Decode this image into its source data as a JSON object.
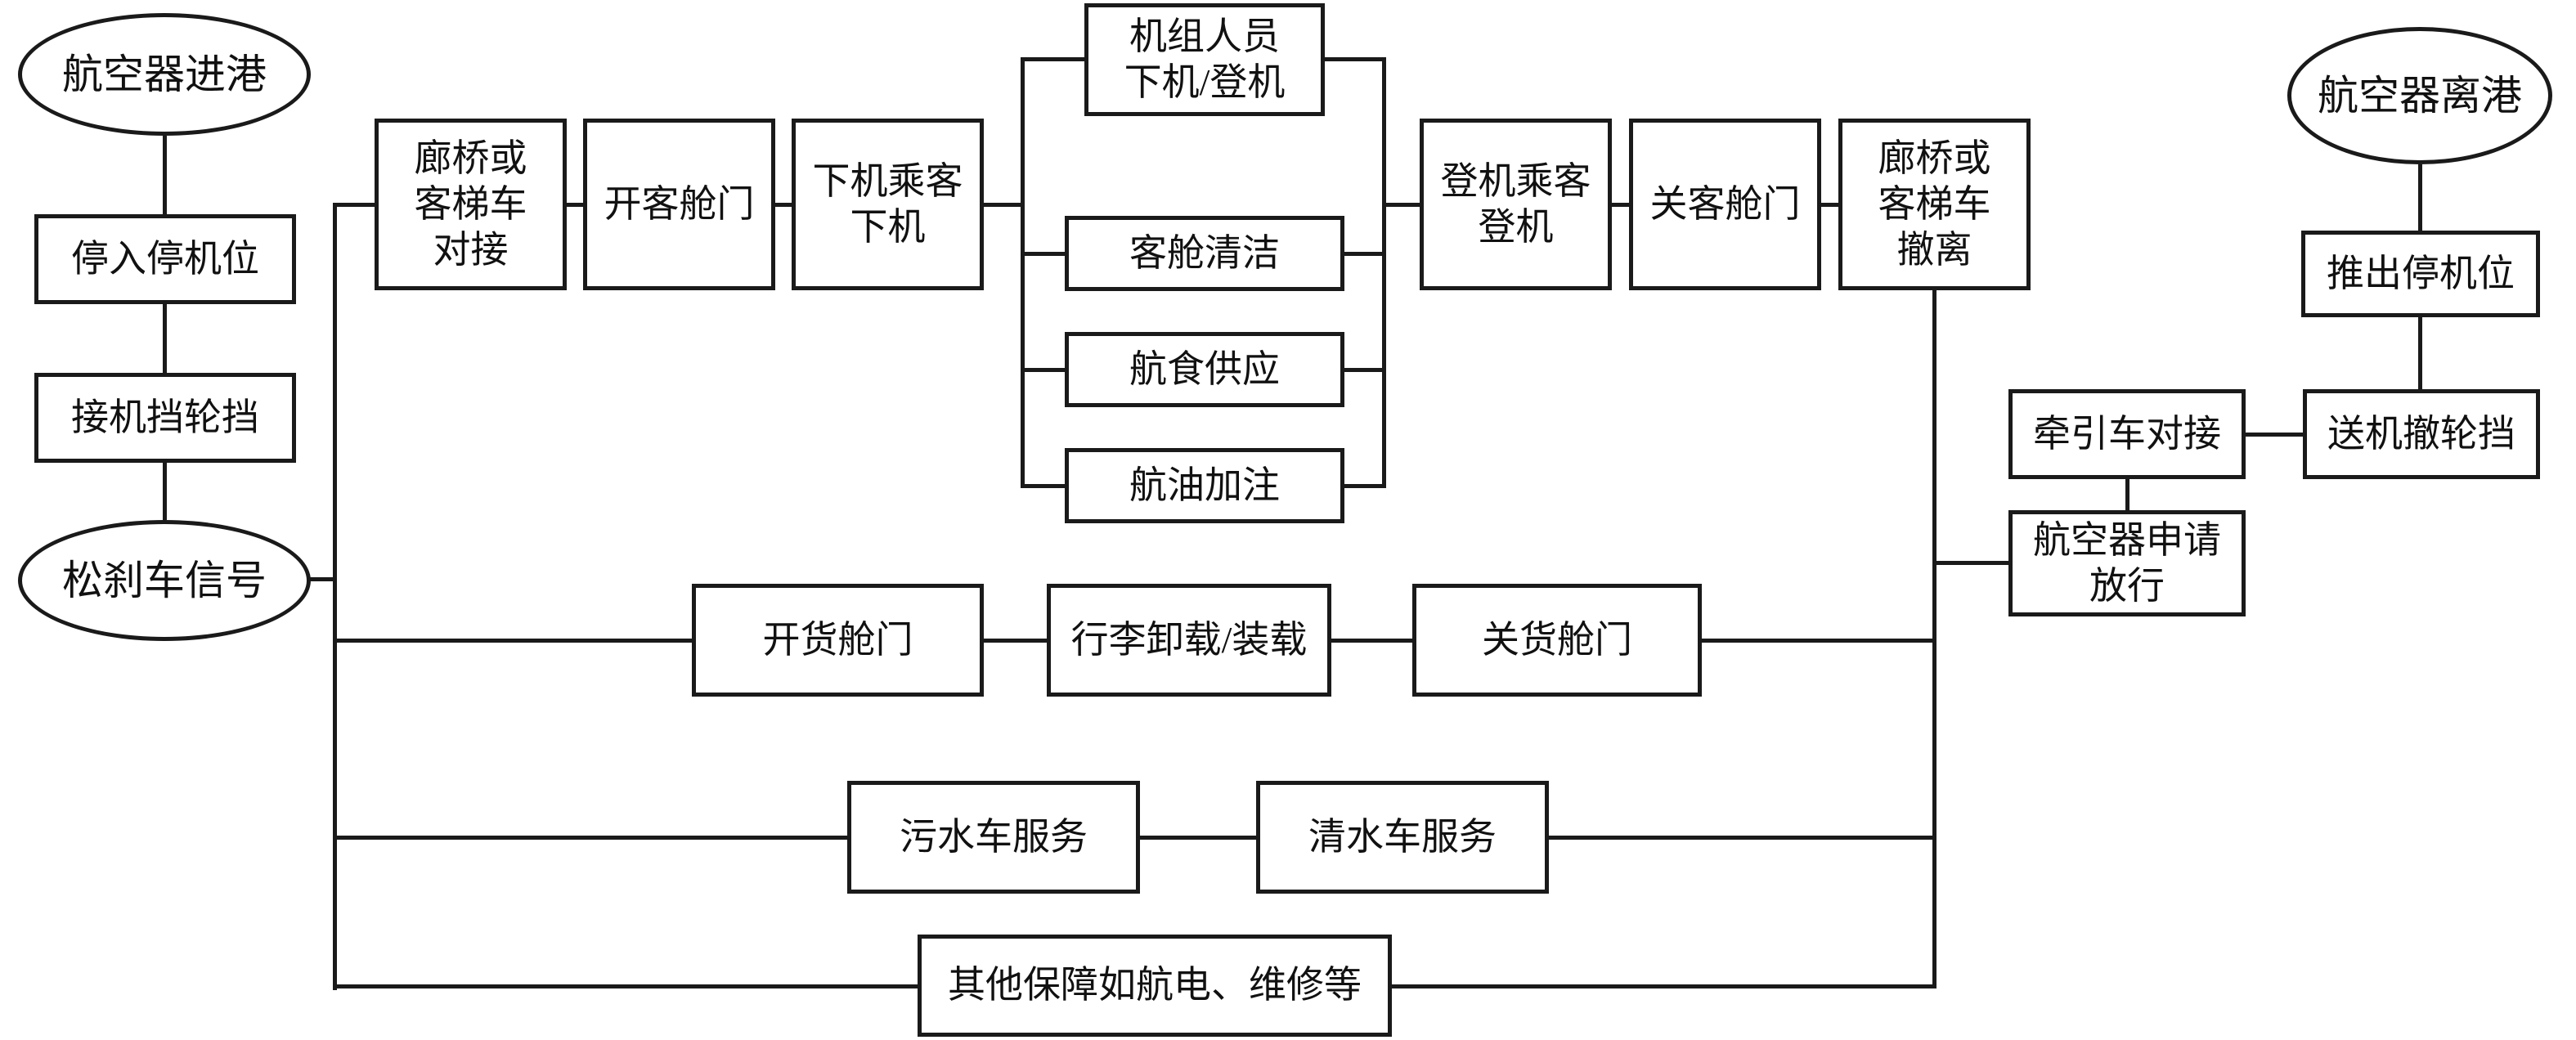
{
  "colors": {
    "stroke": "#1a1a1a",
    "text": "#111111",
    "background": "#ffffff"
  },
  "nodes": {
    "aircraft_arrival": {
      "label": "航空器进港",
      "shape": "ellipse"
    },
    "park_at_stand": {
      "label": "停入停机位",
      "shape": "rect"
    },
    "place_wheel_chocks": {
      "label": "接机挡轮挡",
      "shape": "rect"
    },
    "brake_release_signal": {
      "label": "松刹车信号",
      "shape": "ellipse"
    },
    "bridge_or_stairs_dock": {
      "label": "廊桥或\n客梯车\n对接",
      "shape": "rect"
    },
    "open_cabin_door": {
      "label": "开客舱门",
      "shape": "rect"
    },
    "deplaning_passengers": {
      "label": "下机乘客\n下机",
      "shape": "rect"
    },
    "crew_change": {
      "label": "机组人员\n下机/登机",
      "shape": "rect"
    },
    "cabin_cleaning": {
      "label": "客舱清洁",
      "shape": "rect"
    },
    "catering_supply": {
      "label": "航食供应",
      "shape": "rect"
    },
    "fuel_refilling": {
      "label": "航油加注",
      "shape": "rect"
    },
    "boarding_passengers": {
      "label": "登机乘客\n登机",
      "shape": "rect"
    },
    "close_cabin_door": {
      "label": "关客舱门",
      "shape": "rect"
    },
    "bridge_or_stairs_withdraw": {
      "label": "廊桥或\n客梯车\n撤离",
      "shape": "rect"
    },
    "aircraft_departure": {
      "label": "航空器离港",
      "shape": "ellipse"
    },
    "pushback_from_stand": {
      "label": "推出停机位",
      "shape": "rect"
    },
    "remove_wheel_chocks": {
      "label": "送机撤轮挡",
      "shape": "rect"
    },
    "tug_docking": {
      "label": "牵引车对接",
      "shape": "rect"
    },
    "aircraft_release_request": {
      "label": "航空器申请\n放行",
      "shape": "rect"
    },
    "open_cargo_door": {
      "label": "开货舱门",
      "shape": "rect"
    },
    "baggage_unload_load": {
      "label": "行李卸载/装载",
      "shape": "rect"
    },
    "close_cargo_door": {
      "label": "关货舱门",
      "shape": "rect"
    },
    "lavatory_truck_service": {
      "label": "污水车服务",
      "shape": "rect"
    },
    "water_truck_service": {
      "label": "清水车服务",
      "shape": "rect"
    },
    "other_support": {
      "label": "其他保障如航电、维修等",
      "shape": "rect"
    }
  }
}
